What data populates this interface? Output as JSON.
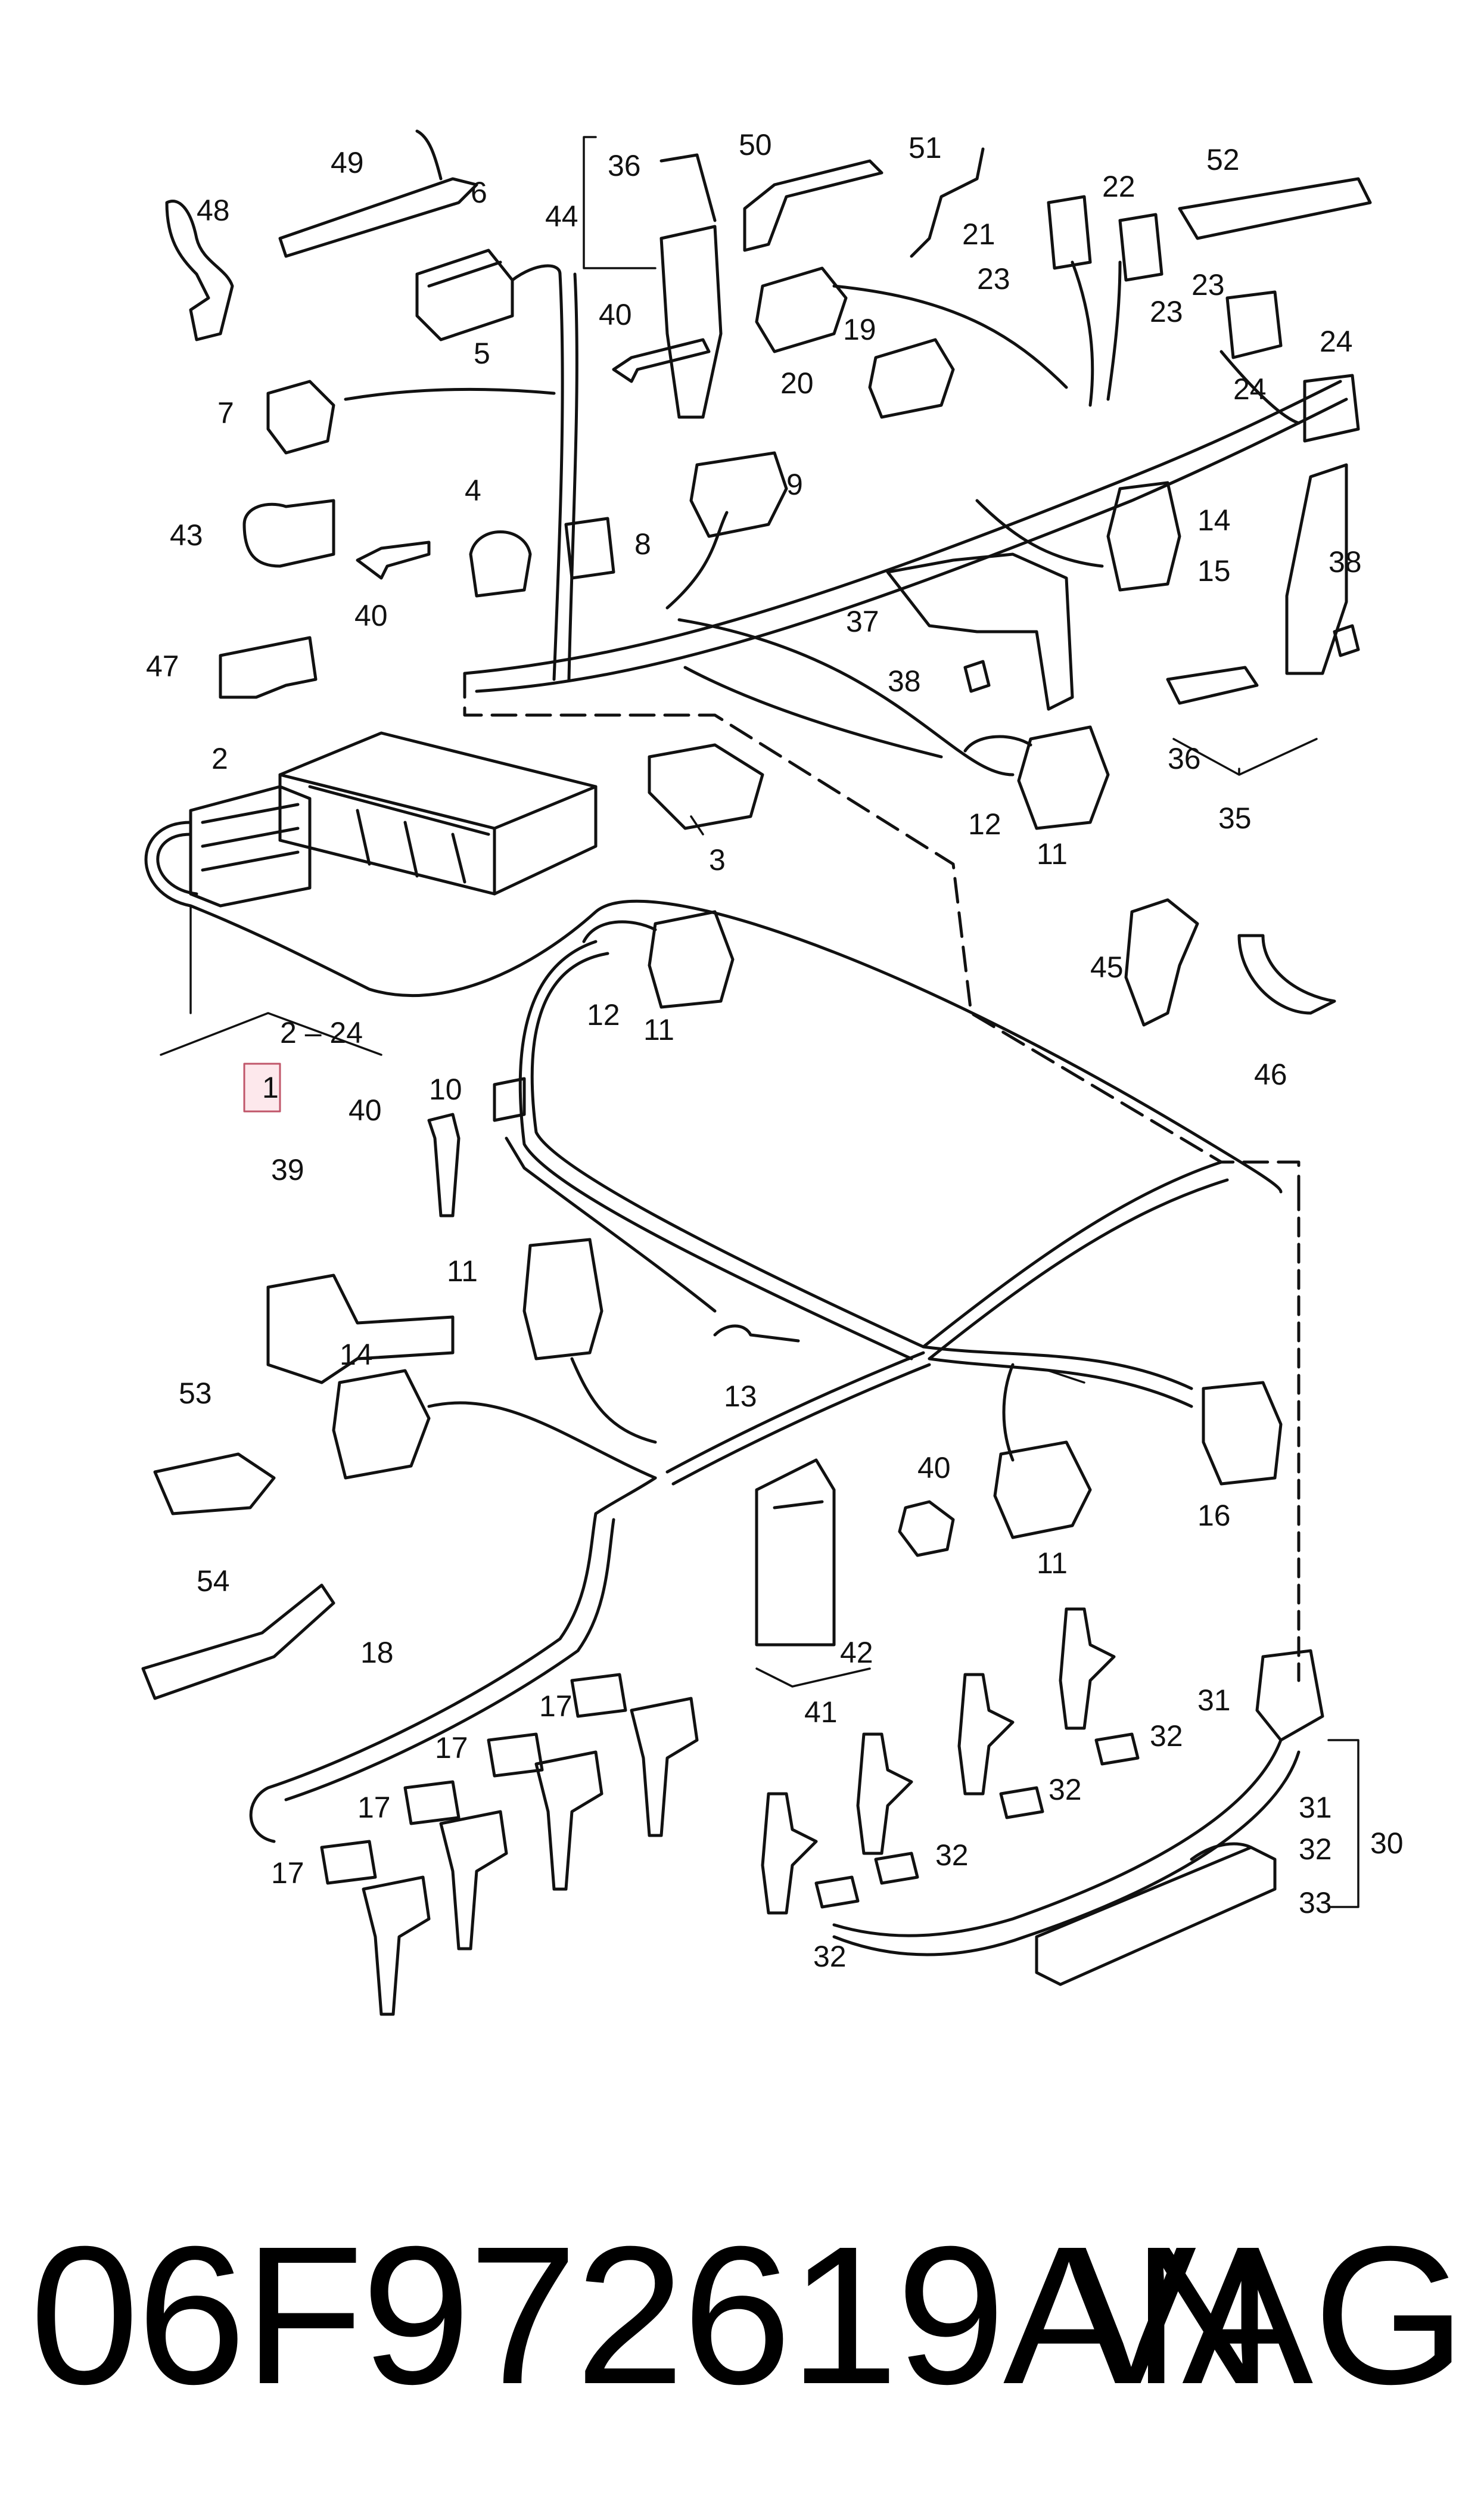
{
  "title": {
    "part_number": "06F972619AN",
    "brand": "VAG"
  },
  "callouts": {
    "c1": "1",
    "c2": "2",
    "c2_24": "2 – 24",
    "c3": "3",
    "c4": "4",
    "c5": "5",
    "c6": "6",
    "c7": "7",
    "c8": "8",
    "c9": "9",
    "c10": "10",
    "c11a": "11",
    "c11b": "11",
    "c11c": "11",
    "c11d": "11",
    "c12a": "12",
    "c12b": "12",
    "c13": "13",
    "c14a": "14",
    "c14b": "14",
    "c15": "15",
    "c16": "16",
    "c17a": "17",
    "c17b": "17",
    "c17c": "17",
    "c17d": "17",
    "c18": "18",
    "c19": "19",
    "c20": "20",
    "c21": "21",
    "c22": "22",
    "c23a": "23",
    "c23b": "23",
    "c23c": "23",
    "c24a": "24",
    "c24b": "24",
    "c30": "30",
    "c31a": "31",
    "c31b": "31",
    "c32a": "32",
    "c32b": "32",
    "c32c": "32",
    "c32d": "32",
    "c32e": "32",
    "c33": "33",
    "c35": "35",
    "c36a": "36",
    "c36b": "36",
    "c37": "37",
    "c38a": "38",
    "c38b": "38",
    "c39": "39",
    "c40a": "40",
    "c40b": "40",
    "c40c": "40",
    "c40d": "40",
    "c41": "41",
    "c42": "42",
    "c43": "43",
    "c44": "44",
    "c45": "45",
    "c46": "46",
    "c47": "47",
    "c48": "48",
    "c49": "49",
    "c50": "50",
    "c51": "51",
    "c52": "52",
    "c53": "53",
    "c54": "54"
  }
}
